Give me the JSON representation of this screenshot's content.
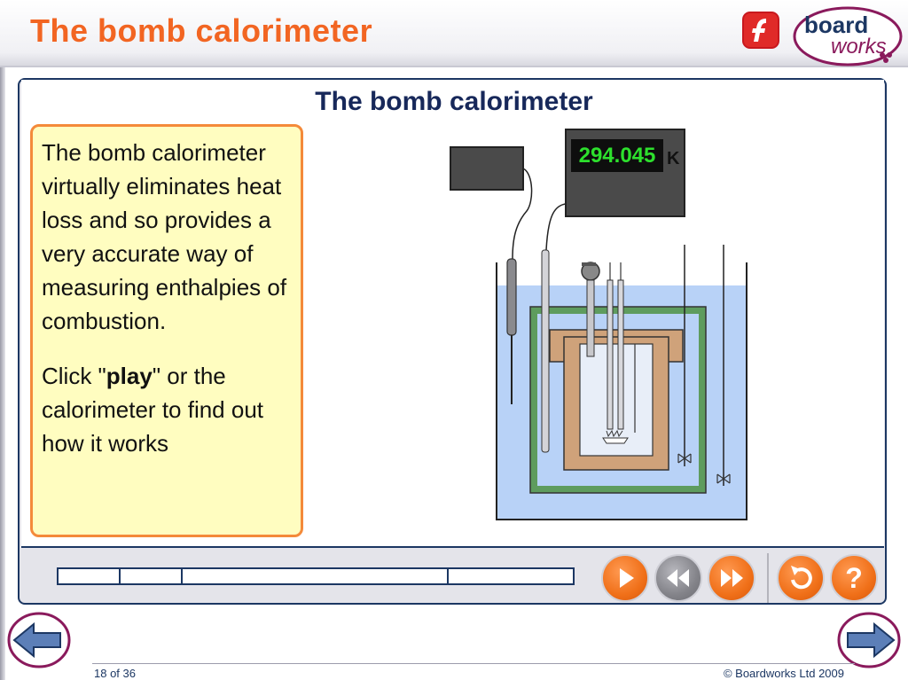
{
  "header": {
    "title": "The bomb calorimeter",
    "logo_text_1": "board",
    "logo_text_2": "works"
  },
  "panel": {
    "heading": "The bomb calorimeter",
    "info_text_1": "The bomb calorimeter virtually eliminates heat loss and so provides a very accurate way of measuring enthalpies of combustion.",
    "info_text_2_pre": "Click \"",
    "info_text_2_bold": "play",
    "info_text_2_post": "\" or the calorimeter to find out how it works"
  },
  "thermometer": {
    "reading": "294.045",
    "unit": "K"
  },
  "controls": {
    "play_icon": "play-icon",
    "rewind_icon": "rewind-icon",
    "fastforward_icon": "fast-forward-icon",
    "replay_icon": "replay-icon",
    "help_icon": "help-icon"
  },
  "footer": {
    "page_number": "18 of 36",
    "copyright": "© Boardworks Ltd 2009"
  },
  "colors": {
    "accent_orange": "#f26522",
    "navy": "#1c3763",
    "water": "#b8d2f7",
    "outer_jacket": "#5e9c5e",
    "insulation": "#cfa27a"
  }
}
